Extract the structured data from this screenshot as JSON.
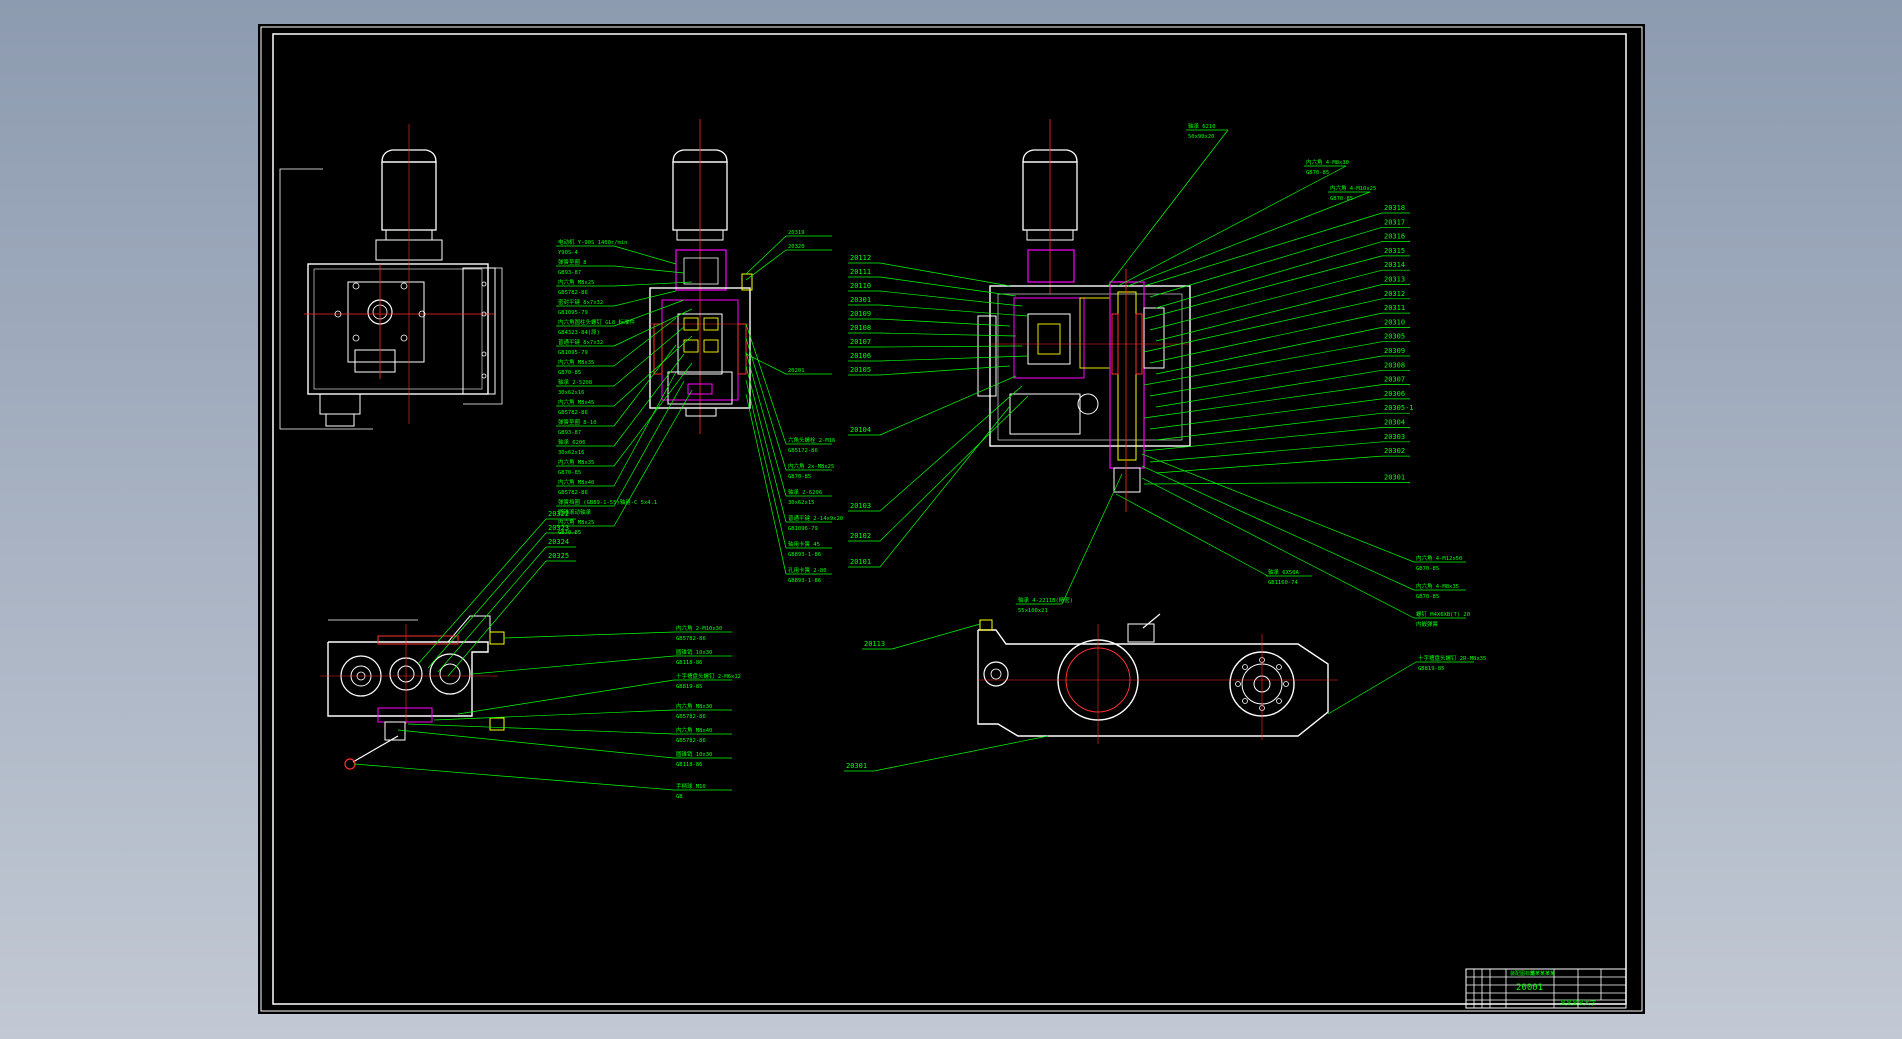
{
  "drawing": {
    "title_block": {
      "drawing_no": "20001",
      "school": "某某某某大学",
      "cells": [
        "装配图标题",
        "某某某某某"
      ]
    },
    "colors": {
      "background": "#000000",
      "frame": "#ffffff",
      "part": "#ffffff",
      "leader": "#00ff00",
      "label": "#00ff00",
      "center_line": "#ff2a2a",
      "section_hatch": "#ff00ff",
      "highlight": "#ffff00",
      "cut_face": "#ff3030",
      "page_bg_top": "#8d9bb0",
      "page_bg_bottom": "#c2c9d4"
    },
    "view2_callouts_left": [
      {
        "l1": "电动机 Y-90S 1400r/min",
        "l2": "Y90S-4"
      },
      {
        "l1": "弹簧垫圈 8",
        "l2": "GB93-87"
      },
      {
        "l1": "内六角 M8x25",
        "l2": "GB5782-86"
      },
      {
        "l1": "密封平键 8x7x32",
        "l2": "GB1095-79"
      },
      {
        "l1": "内六角圆柱头螺钉 GL8 标准件",
        "l2": "GB4323-84(原)"
      },
      {
        "l1": "普通平键 8x7x32",
        "l2": "GB1095-79"
      },
      {
        "l1": "内六角 M8x35",
        "l2": "GB70-85"
      },
      {
        "l1": "轴承 2-5208",
        "l2": "30x62x16"
      },
      {
        "l1": "内六角 M8x45",
        "l2": "GB5782-86"
      },
      {
        "l1": "弹簧垫圈 8-10",
        "l2": "GB93-87"
      },
      {
        "l1": "轴承 6206",
        "l2": "30x62x16"
      },
      {
        "l1": "内六角 M8x35",
        "l2": "GB70-85"
      },
      {
        "l1": "内六角 M8x40",
        "l2": "GB5782-86"
      },
      {
        "l1": "弹簧挡圈 (GB89-1-55)轴用-C 5x4.1",
        "l2": "圆锥滚动轴承"
      },
      {
        "l1": "内六角 M8x25",
        "l2": "GB70-85"
      }
    ],
    "view2_callouts_right": [
      {
        "l1": "20319",
        "l2": ""
      },
      {
        "l1": "20320",
        "l2": ""
      },
      {
        "l1": "20201",
        "l2": ""
      },
      {
        "l1": "六角头螺栓 2-M16",
        "l2": "GB5172-86"
      },
      {
        "l1": "内六角 2x-M8x25",
        "l2": "GB70-85"
      },
      {
        "l1": "轴承 2-6206",
        "l2": "30x62x15"
      },
      {
        "l1": "普通平键 2-14x9x20",
        "l2": "GB1096-79"
      },
      {
        "l1": "轴用卡簧 45",
        "l2": "GB893-1-86"
      },
      {
        "l1": "孔用卡簧 2-80",
        "l2": "GB893-1-86"
      }
    ],
    "view3_numbers_left": [
      "20112",
      "20111",
      "20110",
      "20301",
      "20109",
      "20108",
      "20107",
      "20106",
      "20105",
      "20104",
      "20103",
      "20102",
      "20101"
    ],
    "view3_numbers_right": [
      "20318",
      "20317",
      "20316",
      "20315",
      "20314",
      "20313",
      "20312",
      "20311",
      "20310",
      "20305",
      "20309",
      "20308",
      "20307",
      "20306",
      "20305-1",
      "20304",
      "20303",
      "20302",
      "20301"
    ],
    "view3_callouts_top": [
      {
        "l1": "轴承 6210",
        "l2": "50x90x20"
      },
      {
        "l1": "内六角 4-M8x30",
        "l2": "GB70-85"
      },
      {
        "l1": "内六角 4-M10x25",
        "l2": "GB70-85"
      }
    ],
    "view3_callouts_right": [
      {
        "l1": "内六角 4-M12x50",
        "l2": "GB70-85"
      },
      {
        "l1": "内六角 4-M8x35",
        "l2": "GB70-85"
      },
      {
        "l1": "螺钉 M4X6XB(T) 20",
        "l2": "内嵌弹簧"
      }
    ],
    "view3_callouts_bottom": [
      {
        "l1": "轴承 6X50A",
        "l2": "GB1160-74"
      },
      {
        "l1": "轴承 4-2211B(精密)",
        "l2": "55x100x21"
      }
    ],
    "view4_numbers": [
      "20322",
      "20323",
      "20324",
      "20325"
    ],
    "view4_callouts": [
      {
        "l1": "内六角 2-M10x30",
        "l2": "GB5782-86"
      },
      {
        "l1": "圆锥销 10x30",
        "l2": "GB118-86"
      },
      {
        "l1": "十字槽盘头螺钉 2-M6x12",
        "l2": "GB819-85"
      },
      {
        "l1": "内六角 M8x30",
        "l2": "GB5782-86"
      },
      {
        "l1": "内六角 M8x40",
        "l2": "GB5782-86"
      },
      {
        "l1": "圆锥销 10x30",
        "l2": "GB118-86"
      },
      {
        "l1": "手柄球 M10",
        "l2": "GB"
      }
    ],
    "view5_numbers": [
      "20113",
      "20301"
    ],
    "view5_callout": {
      "l1": "十字槽盘头螺钉 2R-M8x35",
      "l2": "GB819-85"
    }
  }
}
